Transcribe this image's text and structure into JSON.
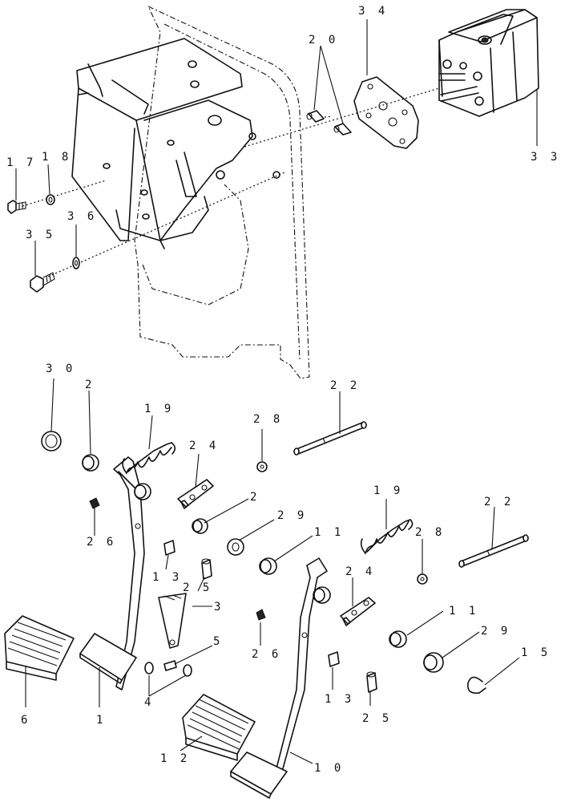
{
  "labels": {
    "l34": "3 4",
    "l20": "2 0",
    "l33": "3 3",
    "l17": "1 7",
    "l18": "1 8",
    "l36": "3 6",
    "l35": "3 5",
    "l30": "3 0",
    "l2a": "2",
    "l19a": "1 9",
    "l22a": "2 2",
    "l28a": "2 8",
    "l24a": "2 4",
    "l2b": "2",
    "l26a": "2 6",
    "l29a": "2 9",
    "l11a": "1 1",
    "l19b": "1 9",
    "l22b": "2 2",
    "l28b": "2 8",
    "l13a": "1 3",
    "l25a": "2 5",
    "l3": "3",
    "l24b": "2 4",
    "l5": "5",
    "l26b": "2 6",
    "l11b": "1 1",
    "l29b": "2 9",
    "l15": "1 5",
    "l13b": "1 3",
    "l6": "6",
    "l1": "1",
    "l4": "4",
    "l25b": "2 5",
    "l12": "1 2",
    "l10": "1 0"
  }
}
